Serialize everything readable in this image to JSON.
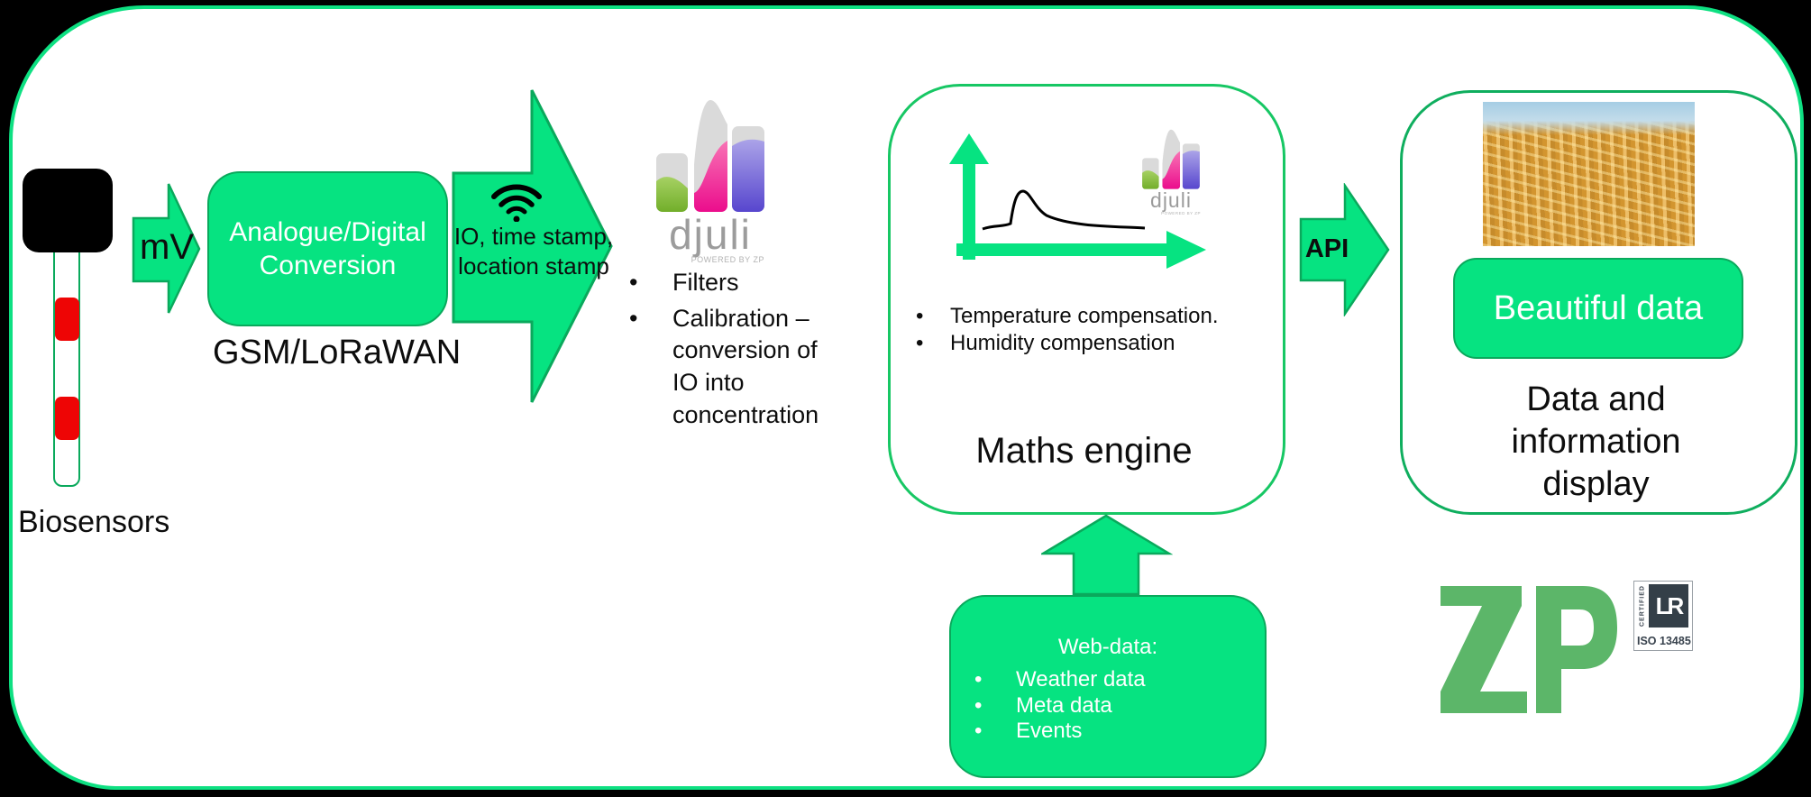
{
  "palette": {
    "bright_green": "#06E381",
    "shape_border_green": "#0AA95C",
    "box_outline_green": "#17C764",
    "frame_green": "#0EE082",
    "zp_green": "#5CB669",
    "lr_navy": "#39434E",
    "sensor_red": "#EE0505",
    "logo_gray": "#9C9C9C"
  },
  "biosensor": {
    "label": "Biosensors"
  },
  "mv_arrow": {
    "label": "mV"
  },
  "adc_box": {
    "line1": "Analogue/Digital",
    "line2": "Conversion"
  },
  "gsm_label": "GSM/LoRaWAN",
  "transfer_arrow": {
    "line1": "IO, time stamp,",
    "line2": "location stamp",
    "icon": "wifi-icon"
  },
  "djuli_logo": {
    "name": "djuli",
    "tagline": "POWERED BY ZP"
  },
  "djuli_bullets": [
    "Filters",
    "Calibration – conversion of IO into concentration"
  ],
  "maths_engine": {
    "title": "Maths engine",
    "bullets": [
      "Temperature compensation.",
      "Humidity compensation"
    ]
  },
  "web_data": {
    "title": "Web-data:",
    "bullets": [
      "Weather data",
      "Meta data",
      "Events"
    ]
  },
  "api_arrow": {
    "label": "API"
  },
  "display_box": {
    "button_label": "Beautiful data",
    "caption_lines": [
      "Data and",
      "information",
      "display"
    ]
  },
  "zp_logo": {
    "text": "ZP"
  },
  "lr_mark": {
    "certified": "CERTIFIED",
    "monogram": "LR",
    "iso": "ISO 13485"
  },
  "bullet_glyph": "•"
}
